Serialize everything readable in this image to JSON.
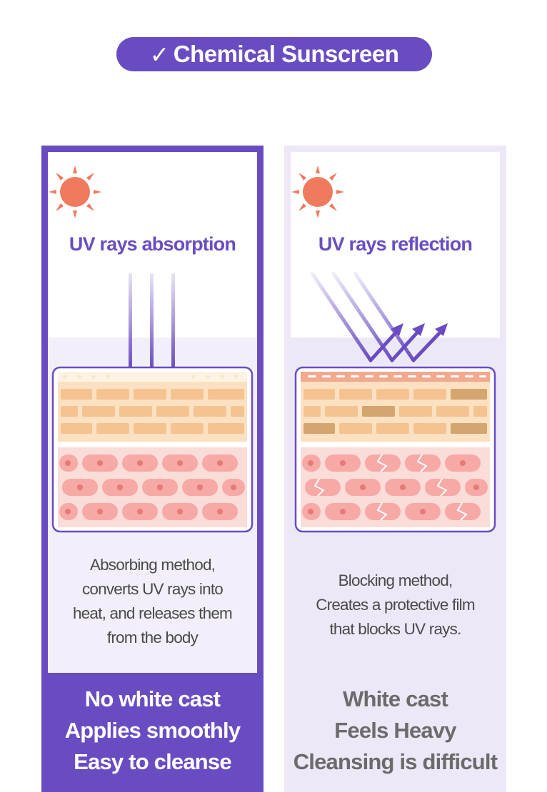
{
  "header": {
    "title": "Chemical Sunscreen",
    "check": "✓"
  },
  "left_panel": {
    "title": "UV rays absorption",
    "description": [
      "Absorbing method,",
      "converts UV rays into",
      "heat, and releases them",
      "from the body"
    ],
    "benefits": [
      "No white cast",
      "Applies smoothly",
      "Easy to cleanse"
    ]
  },
  "right_panel": {
    "title": "UV rays reflection",
    "description": [
      "Blocking method,",
      "Creates a protective film",
      "that blocks UV rays."
    ],
    "benefits": [
      "White cast",
      "Feels Heavy",
      "Cleansing is difficult"
    ]
  },
  "colors": {
    "accent": "#6a4cc2",
    "sun": "#ef7a5e",
    "skin": "#f5c390",
    "cell": "#f08a8a"
  }
}
